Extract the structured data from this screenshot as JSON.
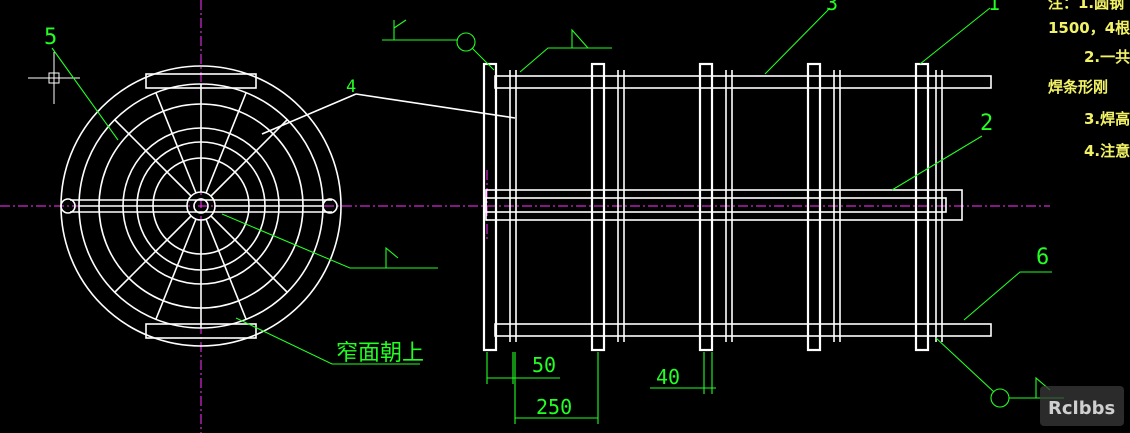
{
  "callouts": {
    "left_5": "5",
    "left_4": "4",
    "right_3": "3",
    "right_1": "1",
    "right_2": "2",
    "right_6": "6"
  },
  "annotation_text": "窄面朝上",
  "dimensions": {
    "d50": "50",
    "d250": "250",
    "d40": "40"
  },
  "notes": {
    "line1": "注：1.圆钢",
    "line2": "1500，4根",
    "line3": "2.一共",
    "line4": "焊条形刚",
    "line5": "3.焊高",
    "line6": "4.注意"
  },
  "watermark": "Rclbbs",
  "colors": {
    "background": "#000000",
    "geometry": "#ffffff",
    "annotation": "#22ff22",
    "centerline": "#ff33ff",
    "note": "#f2f266"
  }
}
